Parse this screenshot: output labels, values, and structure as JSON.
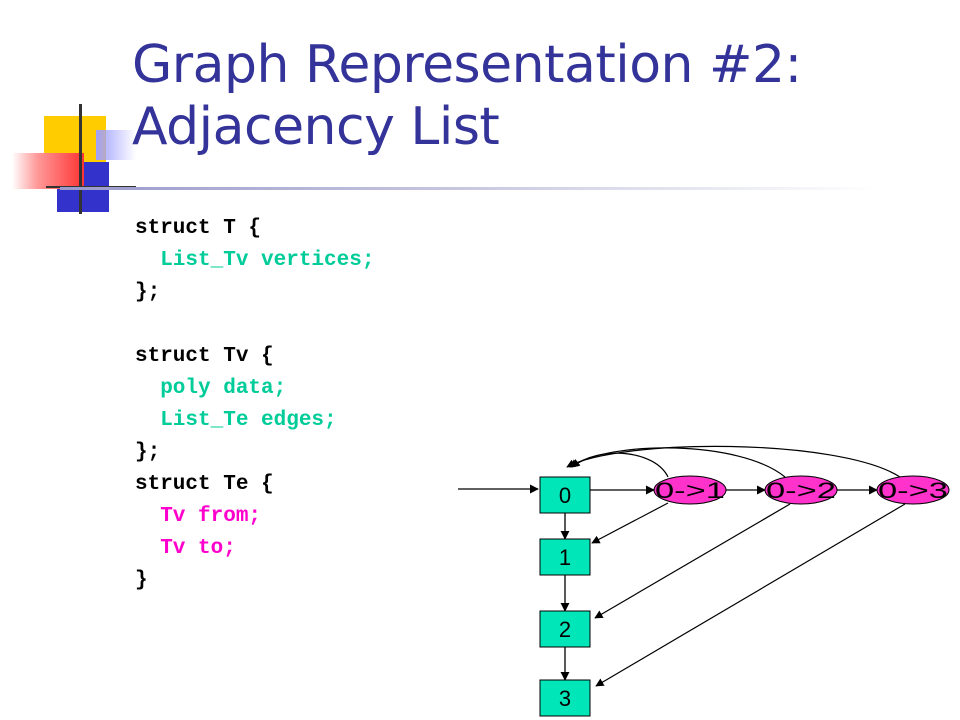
{
  "slide": {
    "title_lines": [
      "Graph Representation #2:",
      "Adjacency List"
    ],
    "accent_colors": {
      "title": "#333399",
      "deco_yellow": "#ffcc00",
      "deco_blue": "#3333cc",
      "deco_red": "#ff3333",
      "code_black": "#000000",
      "code_teal": "#00cc99",
      "code_magenta": "#ff00cc",
      "vertex_fill": "#00e6b8",
      "edge_fill": "#ff33cc"
    }
  },
  "code_lines": [
    {
      "text": "struct T {",
      "color": "#000000"
    },
    {
      "text": "  List_Tv vertices;",
      "color": "#00cc99"
    },
    {
      "text": "};",
      "color": "#000000"
    },
    {
      "text": "",
      "color": "#000000"
    },
    {
      "text": "struct Tv {",
      "color": "#000000"
    },
    {
      "text": "  poly data;",
      "color": "#00cc99"
    },
    {
      "text": "  List_Te edges;",
      "color": "#00cc99"
    },
    {
      "text": "};",
      "color": "#000000"
    },
    {
      "text": "struct Te {",
      "color": "#000000"
    },
    {
      "text": "  Tv from;",
      "color": "#ff00cc"
    },
    {
      "text": "  Tv to;",
      "color": "#ff00cc"
    },
    {
      "text": "}",
      "color": "#000000"
    }
  ],
  "diagram": {
    "vertices": [
      "0",
      "1",
      "2",
      "3"
    ],
    "edges": [
      "0->1",
      "0->2",
      "0->3"
    ]
  }
}
